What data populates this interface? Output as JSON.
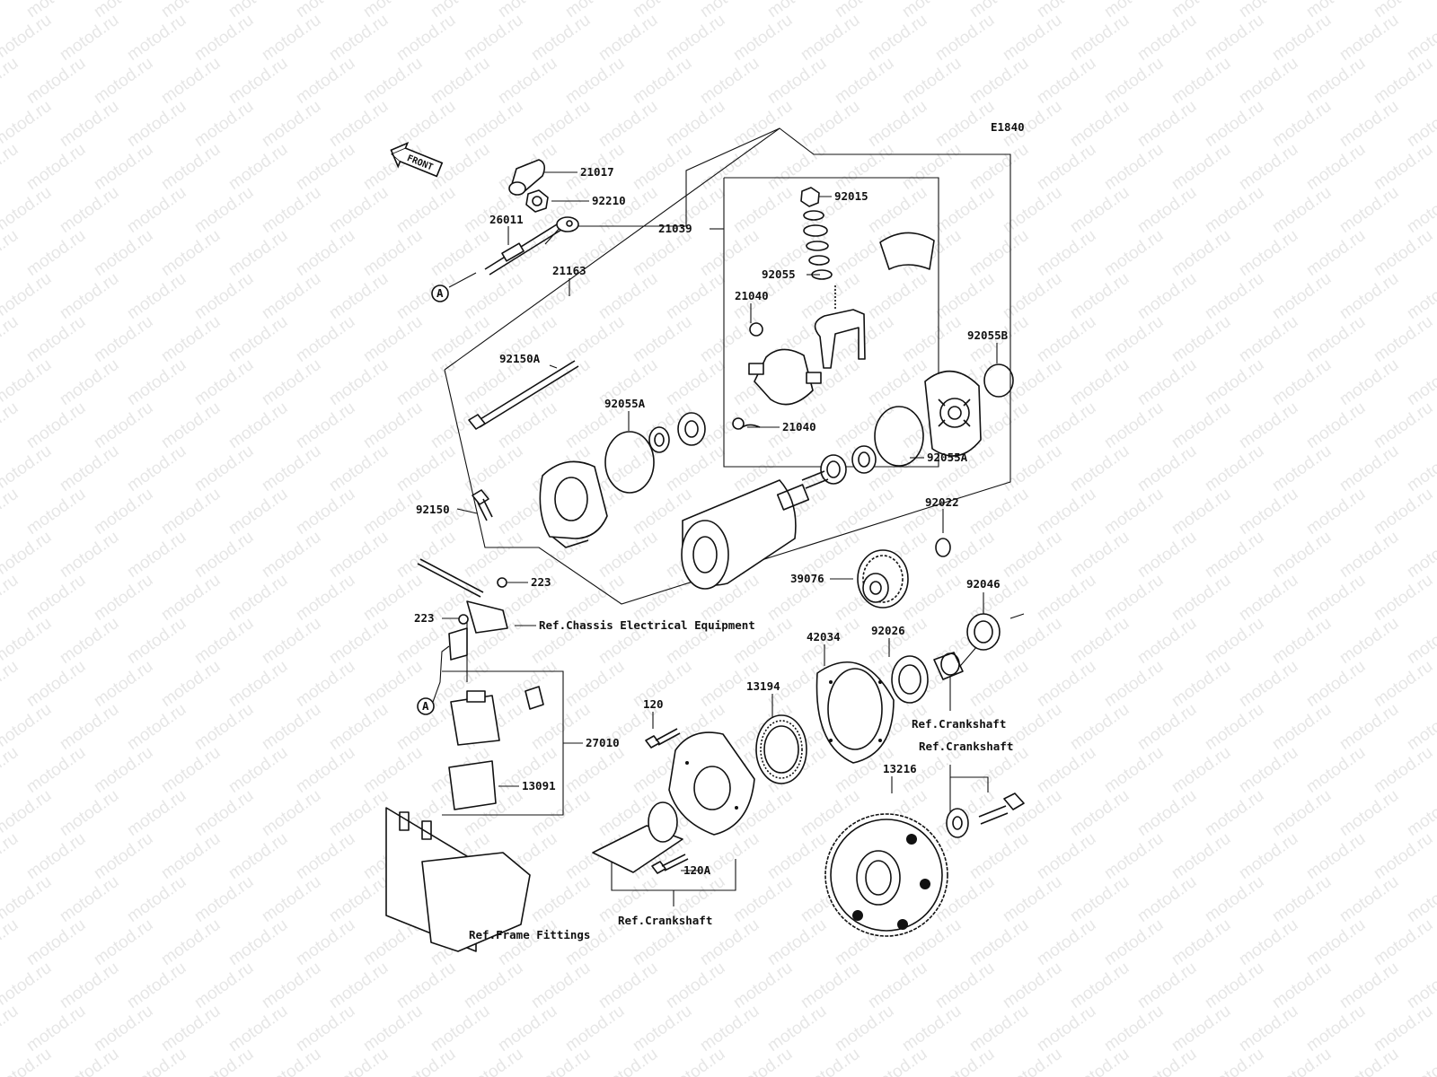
{
  "diagram": {
    "code": "E1840",
    "front_label": "FRONT",
    "watermark": "motod.ru",
    "callout_letter": "A",
    "parts": {
      "p21017": "21017",
      "p92210": "92210",
      "p26011": "26011",
      "p21163": "21163",
      "p92015": "92015",
      "p92055": "92055",
      "p21039": "21039",
      "p21040a": "21040",
      "p21040b": "21040",
      "p92055B": "92055B",
      "p92150A": "92150A",
      "p92055A_left": "92055A",
      "p92055A_right": "92055A",
      "p92150": "92150",
      "p92022": "92022",
      "p39076": "39076",
      "p92046": "92046",
      "p223a": "223",
      "p223b": "223",
      "p42034": "42034",
      "p92026": "92026",
      "p13194": "13194",
      "p120": "120",
      "p27010": "27010",
      "p13091": "13091",
      "p13216": "13216",
      "p120A": "120A"
    },
    "refs": {
      "chassis": "Ref.Chassis Electrical Equipment",
      "crankshaft_1": "Ref.Crankshaft",
      "crankshaft_2": "Ref.Crankshaft",
      "crankshaft_3": "Ref.Crankshaft",
      "frame": "Ref.Frame Fittings"
    }
  }
}
